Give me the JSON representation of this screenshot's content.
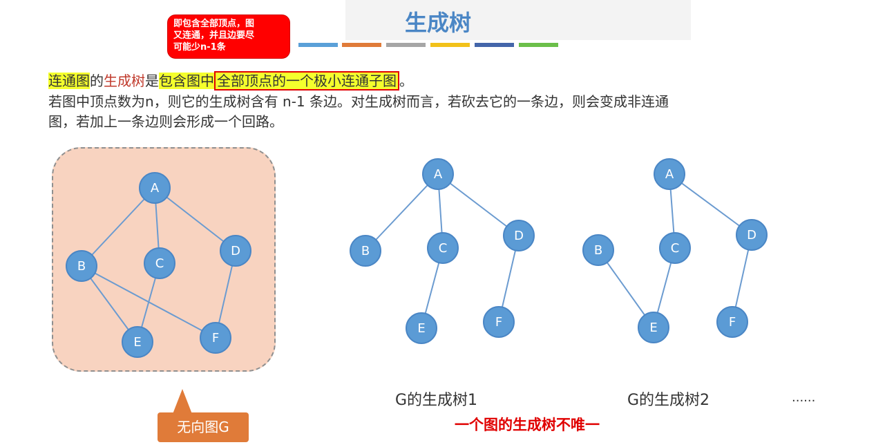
{
  "slide": {
    "title": "生成树",
    "accent_colors": [
      "#5aa0d8",
      "#e07b39",
      "#a6a6a6",
      "#f2c21a",
      "#4466aa",
      "#6bbf4a"
    ],
    "callout_lines": [
      "即包含全部顶点，图",
      "又连通，并且边要尽",
      "可能少n-1条"
    ],
    "definition": {
      "t1": "连通图",
      "t2": "的",
      "t3": "生成树",
      "t4": "是",
      "t5": "包含图中",
      "t6": "全部顶点的一个极小连通子图",
      "t7": "。"
    },
    "line2": "若图中顶点数为n，则它的生成树含有 n-1 条边。对生成树而言，若砍去它的一条边，则会变成非连通",
    "line3": "图，若加上一条边则会形成一个回路。",
    "graph_label": "无向图G",
    "tree1_caption": "G的生成树1",
    "tree2_caption": "G的生成树2",
    "ellipsis": "......",
    "not_unique": "一个图的生成树不唯一",
    "node_color": "#5b9bd5",
    "edge_color": "#6b9bd0",
    "graph_g": {
      "nodes": [
        "A",
        "B",
        "C",
        "D",
        "E",
        "F"
      ],
      "edges": [
        [
          "A",
          "B"
        ],
        [
          "A",
          "C"
        ],
        [
          "A",
          "D"
        ],
        [
          "B",
          "E"
        ],
        [
          "B",
          "F"
        ],
        [
          "C",
          "E"
        ],
        [
          "D",
          "F"
        ]
      ]
    },
    "tree1": {
      "nodes": [
        "A",
        "B",
        "C",
        "D",
        "E",
        "F"
      ],
      "edges": [
        [
          "A",
          "B"
        ],
        [
          "A",
          "C"
        ],
        [
          "A",
          "D"
        ],
        [
          "C",
          "E"
        ],
        [
          "D",
          "F"
        ]
      ]
    },
    "tree2": {
      "nodes": [
        "A",
        "B",
        "C",
        "D",
        "E",
        "F"
      ],
      "edges": [
        [
          "A",
          "C"
        ],
        [
          "A",
          "D"
        ],
        [
          "B",
          "E"
        ],
        [
          "C",
          "E"
        ],
        [
          "D",
          "F"
        ]
      ]
    }
  }
}
